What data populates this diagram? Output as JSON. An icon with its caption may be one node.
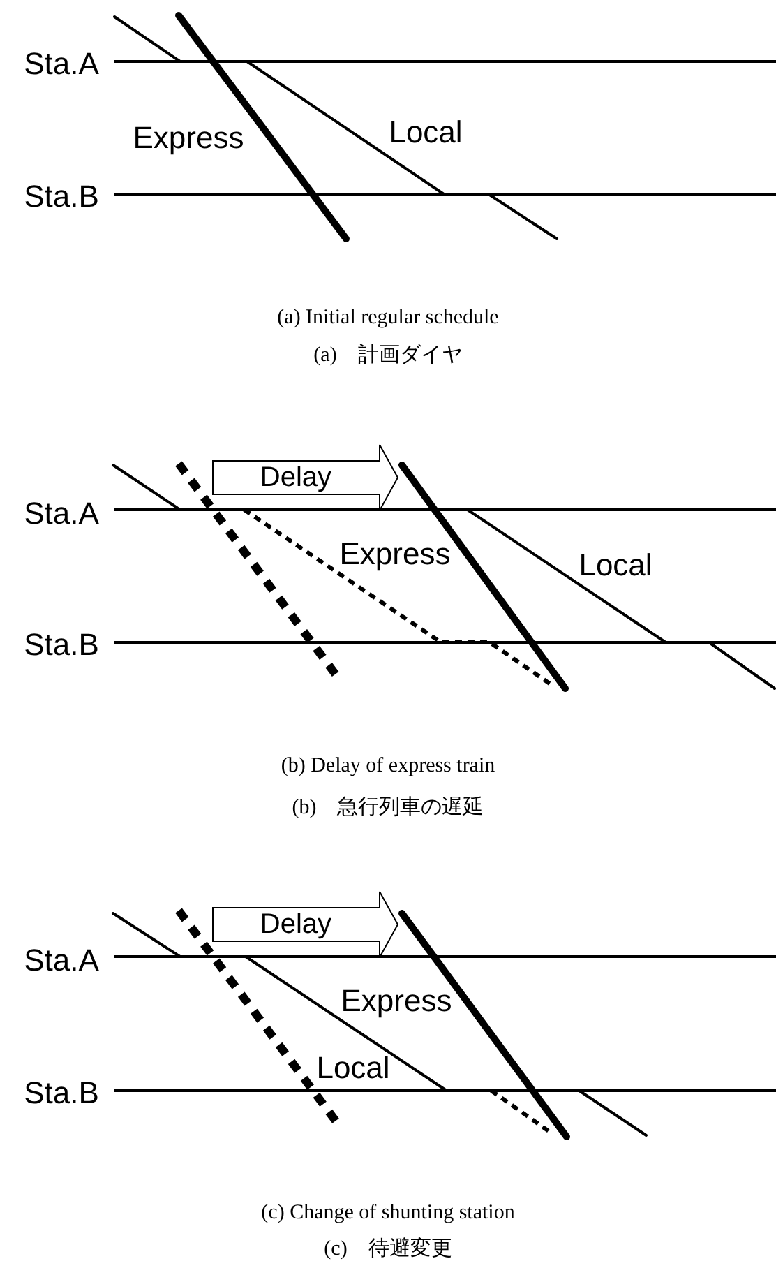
{
  "diagram": {
    "nodes": [
      {
        "text": [
          "Delay"
        ]
      },
      {
        "text": [
          "Delay"
        ]
      }
    ],
    "labels": [
      "Sta.A",
      "Express",
      "Local",
      "Sta.B",
      "(a) Initial regular schedule",
      "(a)　計画ダイヤ",
      "Sta.A",
      "Express",
      "Local",
      "Sta.B",
      "(b) Delay of express train",
      "(b)　急行列車の遅延",
      "Sta.A",
      "Express",
      "Local",
      "Sta.B",
      "(c) Change of shunting station",
      "(c)　待避変更"
    ]
  }
}
